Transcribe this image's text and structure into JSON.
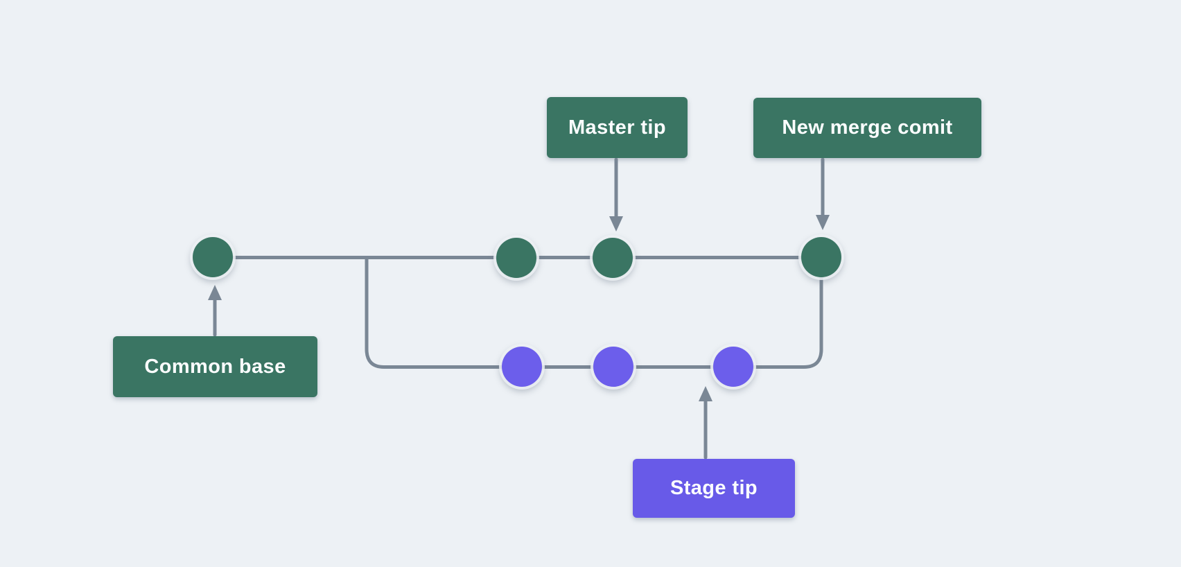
{
  "diagram": {
    "title_hint": "git merge diagram",
    "labels": {
      "master_tip": "Master tip",
      "new_merge_commit": "New merge comit",
      "common_base": "Common base",
      "stage_tip": "Stage tip"
    },
    "branches": {
      "master": {
        "commit_count": 4,
        "color": "#3a7563",
        "includes_merge_commit": true
      },
      "stage": {
        "commit_count": 3,
        "color": "#6c5eeb"
      }
    },
    "colors": {
      "background": "#edf1f5",
      "master_green": "#3a7563",
      "stage_purple": "#685ae8",
      "connector_gray": "#7a8795",
      "label_text": "#fbfdfe"
    }
  }
}
